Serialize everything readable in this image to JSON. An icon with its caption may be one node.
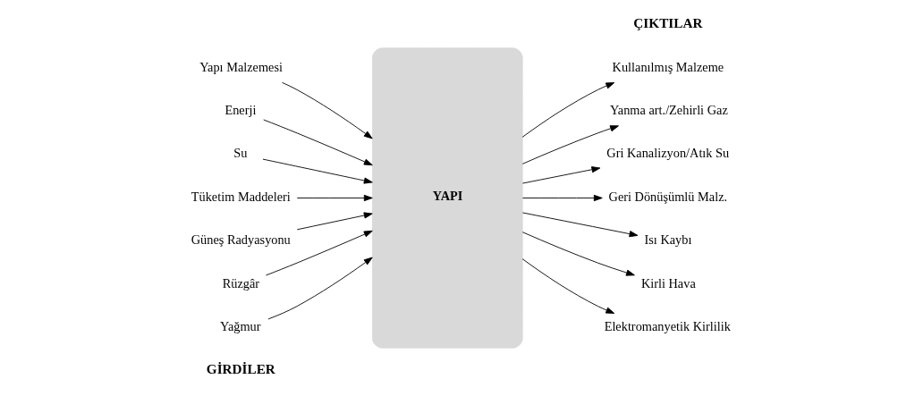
{
  "diagram": {
    "nodes": [
      {
        "text": [
          "Yapı Malzemesi"
        ]
      },
      {
        "text": [
          "Enerji"
        ]
      },
      {
        "text": [
          "Su"
        ]
      },
      {
        "text": [
          "Tüketim Maddeleri"
        ]
      },
      {
        "text": [
          "Güneş Radyasyonu"
        ]
      },
      {
        "text": [
          "Rüzgâr"
        ]
      },
      {
        "text": [
          "Yağmur"
        ]
      },
      {
        "text": [
          "YAPI"
        ]
      },
      {
        "text": [
          "Kullanılmış Malzeme"
        ]
      },
      {
        "text": [
          "Yanma art./Zehirli Gaz"
        ]
      },
      {
        "text": [
          "Gri Kanalizyon/Atık Su"
        ]
      },
      {
        "text": [
          "Geri Dönüşümlü Malz."
        ]
      },
      {
        "text": [
          "Isı Kaybı"
        ]
      },
      {
        "text": [
          "Kirli Hava"
        ]
      },
      {
        "text": [
          "Elektromanyetik Kirlilik"
        ]
      }
    ],
    "edges": [
      {
        "from": 0,
        "to": 7,
        "arrow": "to"
      },
      {
        "from": 1,
        "to": 7,
        "arrow": "to"
      },
      {
        "from": 2,
        "to": 7,
        "arrow": "to"
      },
      {
        "from": 3,
        "to": 7,
        "arrow": "to"
      },
      {
        "from": 4,
        "to": 7,
        "arrow": "to"
      },
      {
        "from": 5,
        "to": 7,
        "arrow": "to"
      },
      {
        "from": 6,
        "to": 7,
        "arrow": "to"
      },
      {
        "from": 7,
        "to": 8,
        "arrow": "to"
      },
      {
        "from": 7,
        "to": 9,
        "arrow": "to"
      },
      {
        "from": 7,
        "to": 10,
        "arrow": "to"
      },
      {
        "from": 7,
        "to": 11,
        "arrow": "to"
      },
      {
        "from": 7,
        "to": 12,
        "arrow": "to"
      },
      {
        "from": 7,
        "to": 13,
        "arrow": "to"
      },
      {
        "from": 7,
        "to": 14,
        "arrow": "to"
      }
    ],
    "labels": [
      "GİRDİLER",
      "ÇIKTILAR"
    ]
  }
}
